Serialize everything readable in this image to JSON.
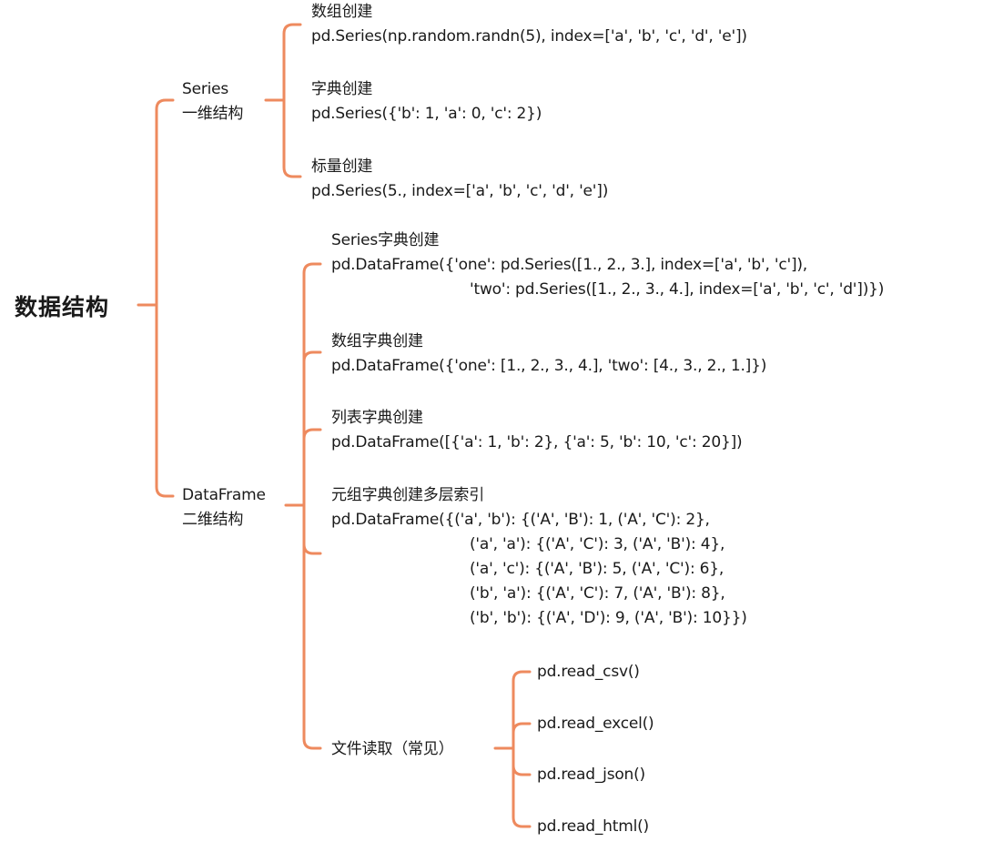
{
  "root": {
    "label": "数据结构"
  },
  "colors": {
    "connector": "#EE8A5E",
    "text": "#1a1a1a",
    "background": "#ffffff"
  },
  "series": {
    "title": "Series",
    "subtitle": "一维结构",
    "children": [
      {
        "title": "数组创建",
        "code": [
          "pd.Series(np.random.randn(5), index=['a', 'b', 'c', 'd', 'e'])"
        ]
      },
      {
        "title": "字典创建",
        "code": [
          "pd.Series({'b': 1, 'a': 0, 'c': 2})"
        ]
      },
      {
        "title": "标量创建",
        "code": [
          "pd.Series(5., index=['a', 'b', 'c', 'd', 'e'])"
        ]
      }
    ]
  },
  "dataframe": {
    "title": "DataFrame",
    "subtitle": "二维结构",
    "children": [
      {
        "title": "Series字典创建",
        "code": [
          "pd.DataFrame({'one': pd.Series([1., 2., 3.], index=['a', 'b', 'c']),",
          "'two': pd.Series([1., 2., 3., 4.], index=['a', 'b', 'c', 'd'])})"
        ]
      },
      {
        "title": "数组字典创建",
        "code": [
          "pd.DataFrame({'one': [1., 2., 3., 4.], 'two': [4., 3., 2., 1.]})"
        ]
      },
      {
        "title": "列表字典创建",
        "code": [
          "pd.DataFrame([{'a': 1, 'b': 2}, {'a': 5, 'b': 10, 'c': 20}])"
        ]
      },
      {
        "title": "元组字典创建多层索引",
        "code": [
          "pd.DataFrame({('a', 'b'): {('A', 'B'): 1, ('A', 'C'): 2},",
          "('a', 'a'): {('A', 'C'): 3, ('A', 'B'): 4},",
          "('a', 'c'): {('A', 'B'): 5, ('A', 'C'): 6},",
          "('b', 'a'): {('A', 'C'): 7, ('A', 'B'): 8},",
          "('b', 'b'): {('A', 'D'): 9, ('A', 'B'): 10}})"
        ]
      },
      {
        "title": "文件读取（常见）",
        "children": [
          "pd.read_csv()",
          "pd.read_excel()",
          "pd.read_json()",
          "pd.read_html()"
        ]
      }
    ]
  }
}
